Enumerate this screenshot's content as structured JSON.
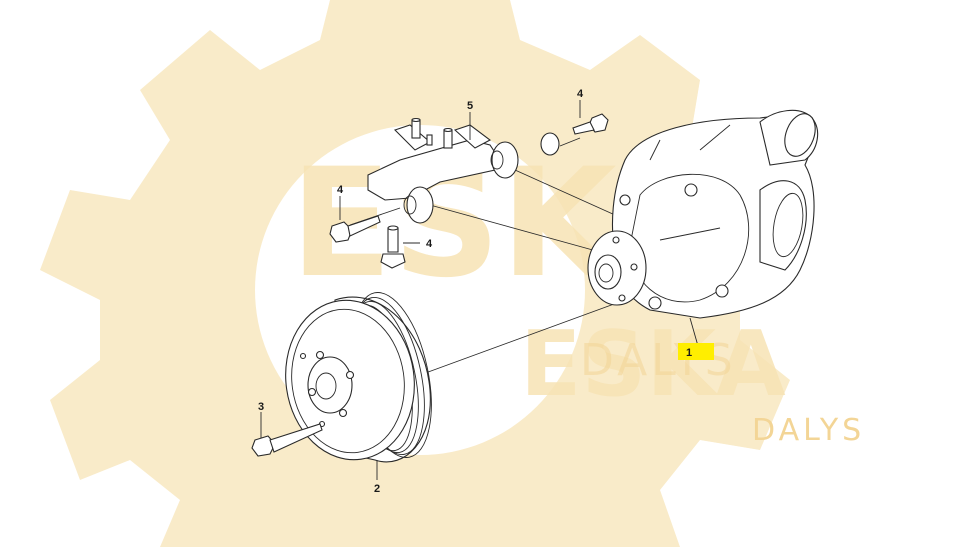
{
  "colors": {
    "watermark": "#f7e3b5",
    "watermark_text": "#f3d596",
    "highlight": "#ffee00",
    "ink": "#1a1a1a"
  },
  "watermark": {
    "logo_primary": "ESKA",
    "logo_secondary": "ESKA",
    "tagline_1": "DALYS",
    "tagline_2": "DALYS"
  },
  "callouts": {
    "water_pump": "1",
    "pulley": "2",
    "pulley_bolt": "3",
    "bolt_top": "4",
    "bolt_left": "4",
    "bolt_bottom": "4",
    "bracket": "5"
  }
}
